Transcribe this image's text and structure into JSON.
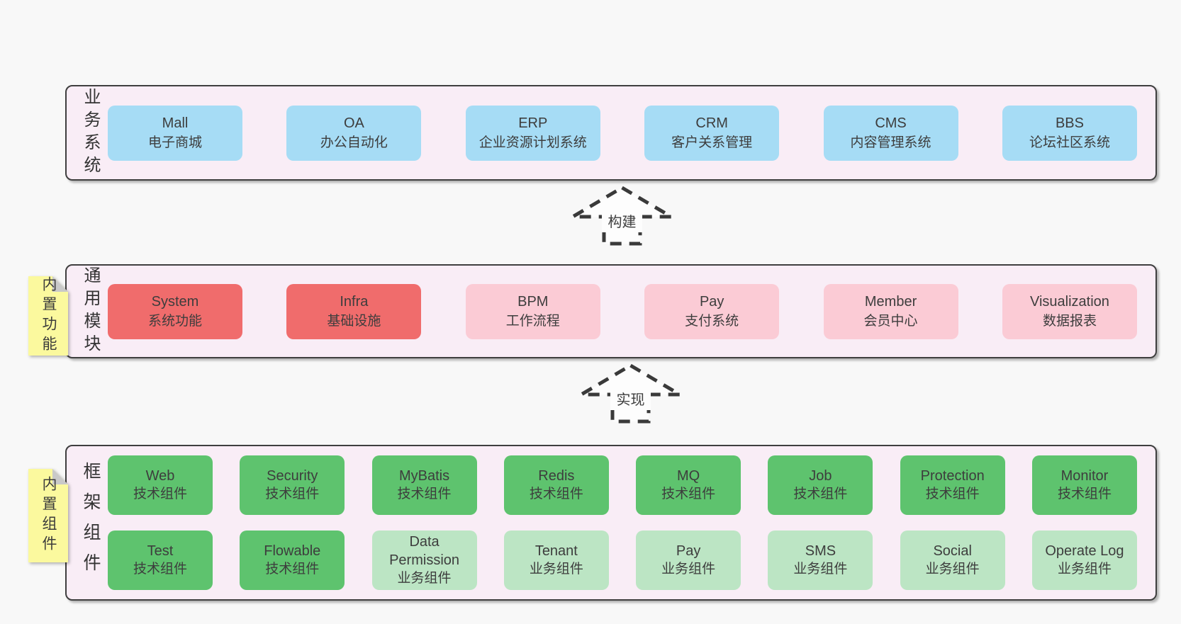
{
  "colors": {
    "page_bg": "#f8f8f8",
    "panel_bg": "#f9edf6",
    "panel_border": "#3f3f3f",
    "blue_box": "#a6dcf5",
    "red_box": "#f06c6c",
    "pink_box": "#fbcbd5",
    "green_box": "#5ec36e",
    "light_green_box": "#bce5c4",
    "sticky_note": "#fbf99e",
    "note_fold": "#c9c9c9",
    "text": "#3d3d3d"
  },
  "rows": {
    "business": {
      "label": "业务系统",
      "boxes": [
        {
          "title": "Mall",
          "subtitle": "电子商城"
        },
        {
          "title": "OA",
          "subtitle": "办公自动化"
        },
        {
          "title": "ERP",
          "subtitle": "企业资源计划系统"
        },
        {
          "title": "CRM",
          "subtitle": "客户关系管理"
        },
        {
          "title": "CMS",
          "subtitle": "内容管理系统"
        },
        {
          "title": "BBS",
          "subtitle": "论坛社区系统"
        }
      ]
    },
    "modules": {
      "label": "通用模块",
      "note": "内置功能",
      "boxes": [
        {
          "title": "System",
          "subtitle": "系统功能"
        },
        {
          "title": "Infra",
          "subtitle": "基础设施"
        },
        {
          "title": "BPM",
          "subtitle": "工作流程"
        },
        {
          "title": "Pay",
          "subtitle": "支付系统"
        },
        {
          "title": "Member",
          "subtitle": "会员中心"
        },
        {
          "title": "Visualization",
          "subtitle": "数据报表"
        }
      ]
    },
    "framework": {
      "label": "框架组件",
      "note": "内置组件",
      "boxes_top": [
        {
          "title": "Web",
          "subtitle": "技术组件"
        },
        {
          "title": "Security",
          "subtitle": "技术组件"
        },
        {
          "title": "MyBatis",
          "subtitle": "技术组件"
        },
        {
          "title": "Redis",
          "subtitle": "技术组件"
        },
        {
          "title": "MQ",
          "subtitle": "技术组件"
        },
        {
          "title": "Job",
          "subtitle": "技术组件"
        },
        {
          "title": "Protection",
          "subtitle": "技术组件"
        },
        {
          "title": "Monitor",
          "subtitle": "技术组件"
        }
      ],
      "boxes_bottom": [
        {
          "title": "Test",
          "subtitle": "技术组件"
        },
        {
          "title": "Flowable",
          "subtitle": "技术组件"
        },
        {
          "title": "Data Permission",
          "subtitle": "业务组件"
        },
        {
          "title": "Tenant",
          "subtitle": "业务组件"
        },
        {
          "title": "Pay",
          "subtitle": "业务组件"
        },
        {
          "title": "SMS",
          "subtitle": "业务组件"
        },
        {
          "title": "Social",
          "subtitle": "业务组件"
        },
        {
          "title": "Operate Log",
          "subtitle": "业务组件"
        }
      ]
    }
  },
  "arrows": {
    "build": {
      "label": "构建"
    },
    "implement": {
      "label": "实现"
    }
  }
}
